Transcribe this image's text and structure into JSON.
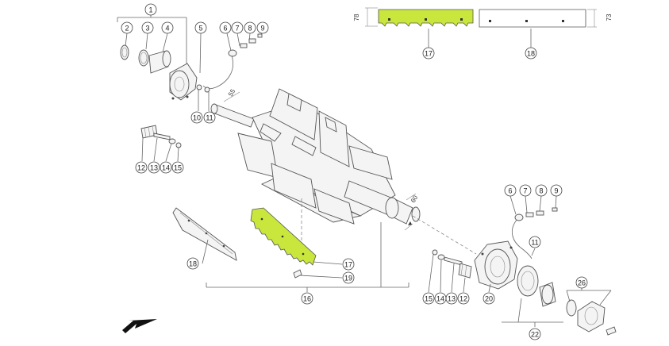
{
  "colors": {
    "highlight": "#c8e63c",
    "line": "#666666",
    "part_fill": "#f4f4f4"
  },
  "callouts": [
    {
      "id": "c1",
      "text": "1"
    },
    {
      "id": "c2",
      "text": "2"
    },
    {
      "id": "c3",
      "text": "3"
    },
    {
      "id": "c4",
      "text": "4"
    },
    {
      "id": "c5",
      "text": "5"
    },
    {
      "id": "c6a",
      "text": "6"
    },
    {
      "id": "c7a",
      "text": "7"
    },
    {
      "id": "c8a",
      "text": "8"
    },
    {
      "id": "c9a",
      "text": "9"
    },
    {
      "id": "c10",
      "text": "10"
    },
    {
      "id": "c11a",
      "text": "11"
    },
    {
      "id": "c12a",
      "text": "12"
    },
    {
      "id": "c13a",
      "text": "13"
    },
    {
      "id": "c14a",
      "text": "14"
    },
    {
      "id": "c15a",
      "text": "15"
    },
    {
      "id": "c16",
      "text": "16"
    },
    {
      "id": "c17a",
      "text": "17",
      "highlight": true
    },
    {
      "id": "c17b",
      "text": "17",
      "highlight": true
    },
    {
      "id": "c18a",
      "text": "18"
    },
    {
      "id": "c18b",
      "text": "18"
    },
    {
      "id": "c19",
      "text": "19"
    },
    {
      "id": "c20",
      "text": "20"
    },
    {
      "id": "c22",
      "text": "22"
    },
    {
      "id": "c26",
      "text": "26"
    },
    {
      "id": "c6b",
      "text": "6"
    },
    {
      "id": "c7b",
      "text": "7"
    },
    {
      "id": "c8b",
      "text": "8"
    },
    {
      "id": "c9b",
      "text": "9"
    },
    {
      "id": "c11b",
      "text": "11"
    },
    {
      "id": "c15b",
      "text": "15"
    },
    {
      "id": "c14b",
      "text": "14"
    },
    {
      "id": "c13b",
      "text": "13"
    },
    {
      "id": "c12b",
      "text": "12"
    }
  ],
  "dimensions": {
    "left_height": "78",
    "right_height": "73",
    "shaft_left": "55",
    "shaft_right": "60"
  }
}
